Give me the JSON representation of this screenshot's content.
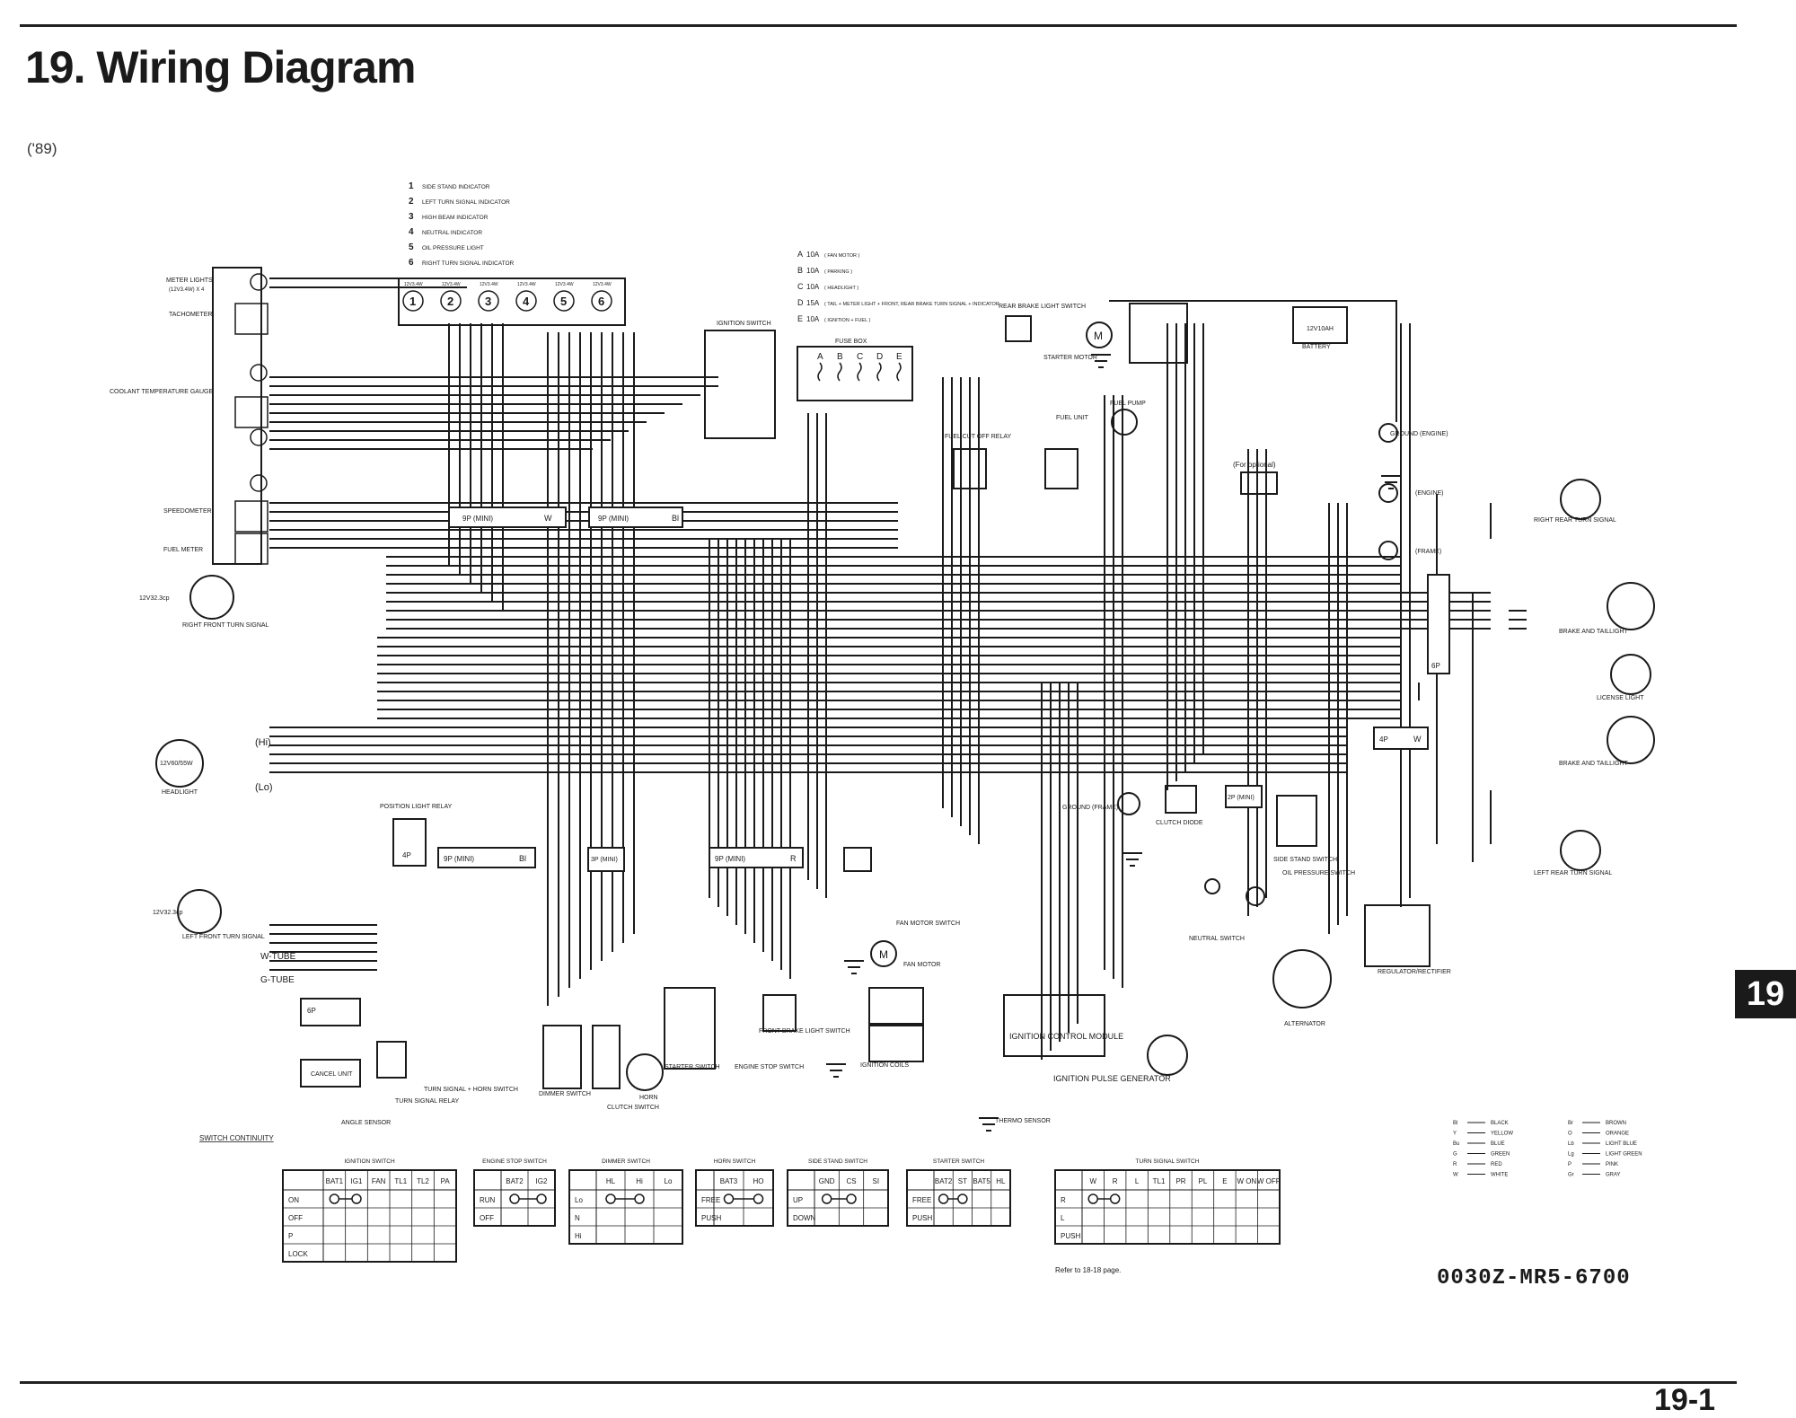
{
  "title": "19. Wiring Diagram",
  "year_note": "('89)",
  "section_tab": "19",
  "drawing_number": "0030Z-MR5-6700",
  "page_number": "19-1",
  "indicator_legend": [
    {
      "num": "1",
      "text": "SIDE STAND INDICATOR"
    },
    {
      "num": "2",
      "text": "LEFT TURN SIGNAL INDICATOR"
    },
    {
      "num": "3",
      "text": "HIGH BEAM INDICATOR"
    },
    {
      "num": "4",
      "text": "NEUTRAL INDICATOR"
    },
    {
      "num": "5",
      "text": "OIL PRESSURE LIGHT"
    },
    {
      "num": "6",
      "text": "RIGHT TURN SIGNAL INDICATOR"
    }
  ],
  "indicator_bulbs": [
    "1",
    "2",
    "3",
    "4",
    "5",
    "6"
  ],
  "indicator_bulb_rating": "12V3.4W",
  "fuse_legend": [
    {
      "id": "A",
      "rating": "10A",
      "text": "( FAN MOTOR )"
    },
    {
      "id": "B",
      "rating": "10A",
      "text": "( PARKING )"
    },
    {
      "id": "C",
      "rating": "10A",
      "text": "( HEADLIGHT )"
    },
    {
      "id": "D",
      "rating": "15A",
      "text": "( TAIL + METER LIGHT + FRONT, REAR BRAKE TURN SIGNAL + INDICATOR"
    },
    {
      "id": "E",
      "rating": "10A",
      "text": "( IGNITION + FUEL )"
    }
  ],
  "fuse_letters": [
    "A",
    "B",
    "C",
    "D",
    "E"
  ],
  "labels": {
    "meter_lights": "METER LIGHTS",
    "meter_lights_rating": "(12V3.4W) X 4",
    "tachometer": "TACHOMETER",
    "coolant_gauge": "COOLANT TEMPERATURE GAUGE",
    "speedometer": "SPEEDOMETER",
    "fuel_meter": "FUEL METER",
    "right_front_turn": "RIGHT FRONT TURN SIGNAL",
    "right_front_turn_rating": "12V32.3cp",
    "headlight": "HEADLIGHT",
    "headlight_rating": "12V60/55W",
    "hi": "(Hi)",
    "lo": "(Lo)",
    "left_front_turn": "LEFT FRONT TURN SIGNAL",
    "left_front_turn_rating": "12V32.3cp",
    "w_tube": "W-TUBE",
    "g_tube": "G-TUBE",
    "cancel_unit": "CANCEL UNIT",
    "angle_sensor": "ANGLE SENSOR",
    "turn_signal_relay": "TURN SIGNAL RELAY",
    "turn_horn_switch": "TURN SIGNAL + HORN SWITCH",
    "dimmer_switch": "DIMMER SWITCH",
    "clutch_switch": "CLUTCH SWITCH",
    "horn": "HORN",
    "starter_switch": "STARTER SWITCH",
    "engine_stop_switch": "ENGINE STOP SWITCH",
    "front_brake_switch": "FRONT BRAKE LIGHT SWITCH",
    "ignition_coils": "IGNITION COILS",
    "fan_motor": "FAN MOTOR",
    "fan_motor_switch": "FAN MOTOR SWITCH",
    "thermo_sensor": "THERMO SENSOR",
    "icm": "IGNITION CONTROL MODULE",
    "pulse_gen": "IGNITION PULSE GENERATOR",
    "position_relay": "POSITION LIGHT RELAY",
    "ignition_switch": "IGNITION SWITCH",
    "fuse_box": "FUSE BOX",
    "fuel_cut_relay": "FUEL CUT OFF RELAY",
    "fuel_unit": "FUEL UNIT",
    "fuel_pump": "FUEL PUMP",
    "rear_brake_switch": "REAR BRAKE LIGHT SWITCH",
    "starter_motor": "STARTER MOTOR",
    "battery": "BATTERY",
    "battery_rating": "12V10AH",
    "ground_engine": "GROUND (ENGINE)",
    "engine": "(ENGINE)",
    "frame": "(FRAME)",
    "for_optional": "(For optional)",
    "right_rear_turn": "RIGHT REAR TURN SIGNAL",
    "brake_taillight": "BRAKE AND TAILLIGHT",
    "license_light": "LICENSE LIGHT",
    "left_rear_turn": "LEFT REAR TURN SIGNAL",
    "ground_frame": "GROUND (FRAME)",
    "clutch_diode": "CLUTCH DIODE",
    "side_stand_switch": "SIDE STAND SWITCH",
    "oil_pressure_switch": "OIL PRESSURE SWITCH",
    "neutral_switch": "NEUTRAL SWITCH",
    "regulator": "REGULATOR/RECTIFIER",
    "alternator": "ALTERNATOR",
    "switch_continuity": "SWITCH CONTINUITY",
    "refer": "Refer to 18-18 page."
  },
  "connector_labels": {
    "c9p_mini_a": "9P (MINI)",
    "c9p_mini_b": "9P (MINI)",
    "c9p_mini_c": "9P (MINI)",
    "c9p_mini_d": "9P (MINI)",
    "c9p_mini_e": "9P (MINI)",
    "c3p_mini": "3P (MINI)",
    "c6p": "6P",
    "c4p": "4P",
    "c2p_mini": "2P (MINI)",
    "w": "W",
    "bl": "Bl",
    "r": "R"
  },
  "color_code": [
    {
      "code": "Bl",
      "name": "BLACK"
    },
    {
      "code": "Y",
      "name": "YELLOW"
    },
    {
      "code": "Bu",
      "name": "BLUE"
    },
    {
      "code": "G",
      "name": "GREEN"
    },
    {
      "code": "R",
      "name": "RED"
    },
    {
      "code": "W",
      "name": "WHITE"
    },
    {
      "code": "Br",
      "name": "BROWN"
    },
    {
      "code": "O",
      "name": "ORANGE"
    },
    {
      "code": "Lb",
      "name": "LIGHT BLUE"
    },
    {
      "code": "Lg",
      "name": "LIGHT GREEN"
    },
    {
      "code": "P",
      "name": "PINK"
    },
    {
      "code": "Gr",
      "name": "GRAY"
    }
  ],
  "continuity_tables": [
    {
      "title": "IGNITION SWITCH",
      "columns": [
        "BAT1",
        "IG1",
        "FAN",
        "TL1",
        "TL2",
        "PA"
      ],
      "rows": [
        "ON",
        "OFF",
        "P",
        "LOCK"
      ]
    },
    {
      "title": "ENGINE STOP SWITCH",
      "columns": [
        "BAT2",
        "IG2"
      ],
      "rows": [
        "RUN",
        "OFF"
      ]
    },
    {
      "title": "DIMMER SWITCH",
      "columns": [
        "HL",
        "Hi",
        "Lo"
      ],
      "rows": [
        "Lo",
        "N",
        "Hi"
      ]
    },
    {
      "title": "HORN SWITCH",
      "columns": [
        "BAT3",
        "HO"
      ],
      "rows": [
        "FREE",
        "PUSH"
      ]
    },
    {
      "title": "SIDE STAND SWITCH",
      "columns": [
        "GND",
        "CS",
        "SI"
      ],
      "rows": [
        "UP",
        "DOWN"
      ]
    },
    {
      "title": "STARTER SWITCH",
      "columns": [
        "BAT2",
        "ST",
        "BAT5",
        "HL"
      ],
      "rows": [
        "FREE",
        "PUSH"
      ]
    },
    {
      "title": "TURN SIGNAL SWITCH",
      "columns": [
        "W",
        "R",
        "L",
        "TL1",
        "PR",
        "PL",
        "E",
        "W ON",
        "W OFF"
      ],
      "rows": [
        "R",
        "L",
        "PUSH"
      ]
    }
  ]
}
